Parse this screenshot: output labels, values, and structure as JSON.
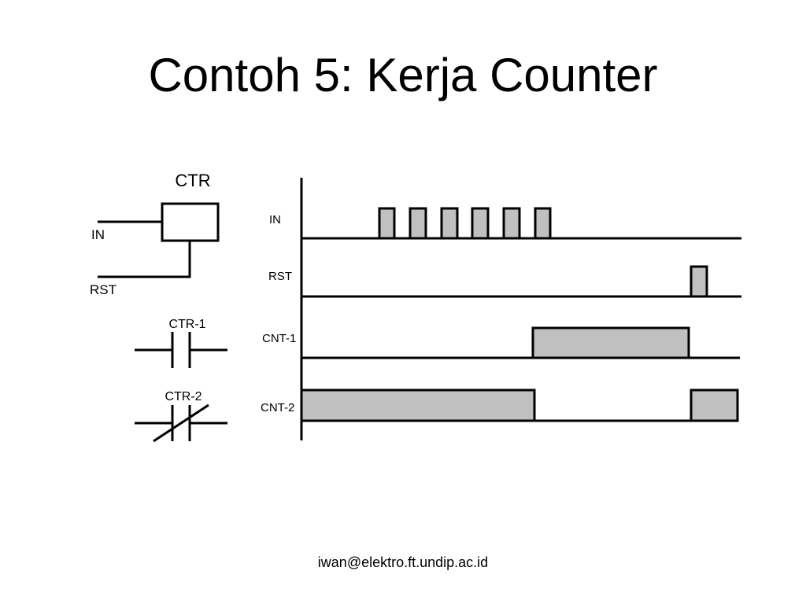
{
  "slide": {
    "title": "Contoh 5: Kerja Counter",
    "footer": "iwan@elektro.ft.undip.ac.id"
  },
  "counter_symbol": {
    "block_label": "CTR",
    "input_label": "IN",
    "reset_label": "RST"
  },
  "contacts": {
    "no_contact_label": "CTR-1",
    "nc_contact_label": "CTR-2"
  },
  "timing": {
    "signals": [
      "IN",
      "RST",
      "CNT-1",
      "CNT-2"
    ],
    "fill_color": "#c0c0c0",
    "line_color": "#000000"
  }
}
